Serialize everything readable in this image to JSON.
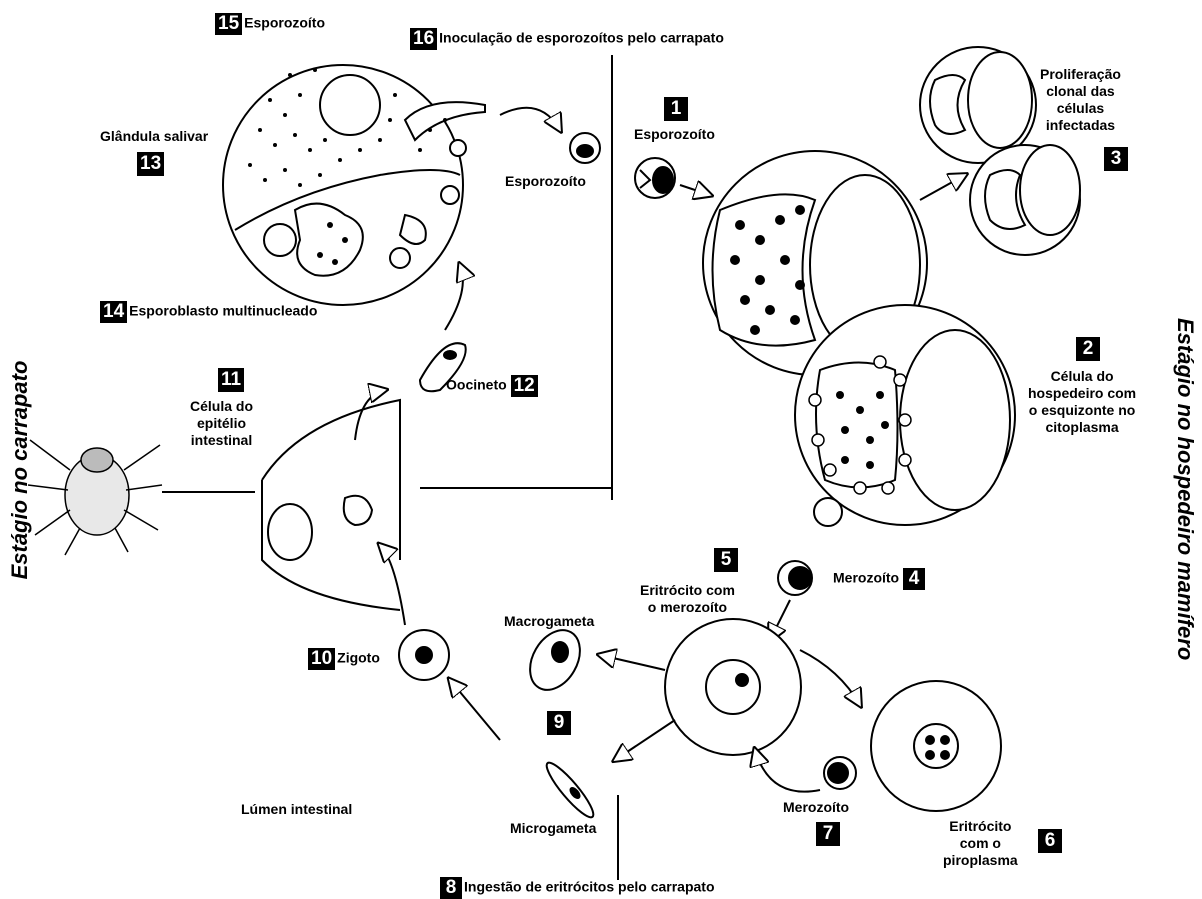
{
  "stages": {
    "tick": "Estágio no carrapato",
    "host": "Estágio no hospedeiro mamífero"
  },
  "steps": [
    {
      "n": "1",
      "label": "Esporozoíto"
    },
    {
      "n": "2",
      "label_lines": [
        "Célula do",
        "hospedeiro com",
        "o esquizonte no",
        "citoplasma"
      ]
    },
    {
      "n": "3",
      "label_lines": [
        "Proliferação",
        "clonal das",
        "células",
        "infectadas"
      ]
    },
    {
      "n": "4",
      "label": "Merozoíto"
    },
    {
      "n": "5",
      "label_lines": [
        "Eritrócito com",
        "o merozoíto"
      ]
    },
    {
      "n": "6",
      "label_lines": [
        "Eritrócito",
        "com o",
        "piroplasma"
      ]
    },
    {
      "n": "7",
      "label": "Merozoíto"
    },
    {
      "n": "8",
      "label": "Ingestão de eritrócitos pelo carrapato"
    },
    {
      "n": "9"
    },
    {
      "n": "10",
      "label": "Zigoto"
    },
    {
      "n": "11",
      "label_lines": [
        "Célula do",
        "epitélio",
        "intestinal"
      ]
    },
    {
      "n": "12",
      "label": "Oocineto"
    },
    {
      "n": "13",
      "label": "Glândula salivar"
    },
    {
      "n": "14",
      "label": "Esporoblasto multinucleado"
    },
    {
      "n": "15",
      "label": "Esporozoíto"
    },
    {
      "n": "16",
      "label": "Inoculação de esporozoítos pelo carrapato"
    }
  ],
  "extra_labels": {
    "sporozoite_mid": "Esporozoíto",
    "macrogameta": "Macrogameta",
    "microgameta": "Microgameta",
    "lumen": "Lúmen intestinal"
  }
}
